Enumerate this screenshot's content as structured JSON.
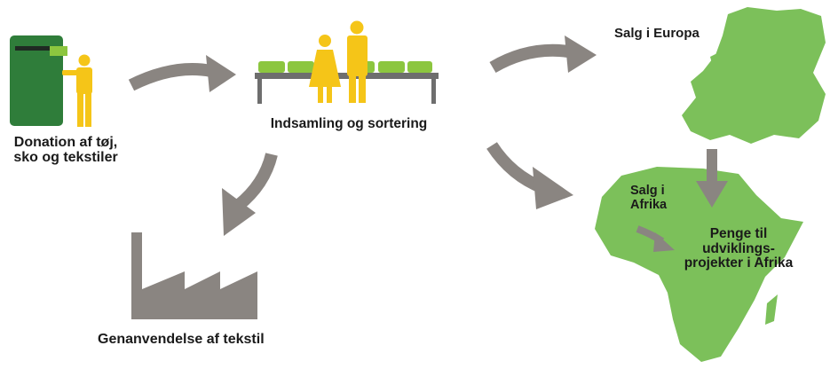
{
  "labels": {
    "donation": "Donation af tøj, sko og tekstiler",
    "collection": "Indsamling og sortering",
    "europe_sales": "Salg i Europa",
    "recycling": "Genanvendelse af tekstil",
    "africa_sales": "Salg i Afrika",
    "development_money": "Penge til udviklings-projekter i Afrika"
  },
  "colors": {
    "bin_green": "#2f7d3a",
    "map_green": "#7cc05a",
    "person_yellow": "#f5c518",
    "arrow_gray": "#8a8581",
    "factory_gray": "#8a8581",
    "table_gray": "#6e6e6e",
    "clothes_green": "#8cc63f"
  },
  "icons": [
    "donation-bin-icon",
    "person-icon",
    "sorting-table-icon",
    "factory-icon",
    "europe-map-icon",
    "africa-map-icon"
  ]
}
